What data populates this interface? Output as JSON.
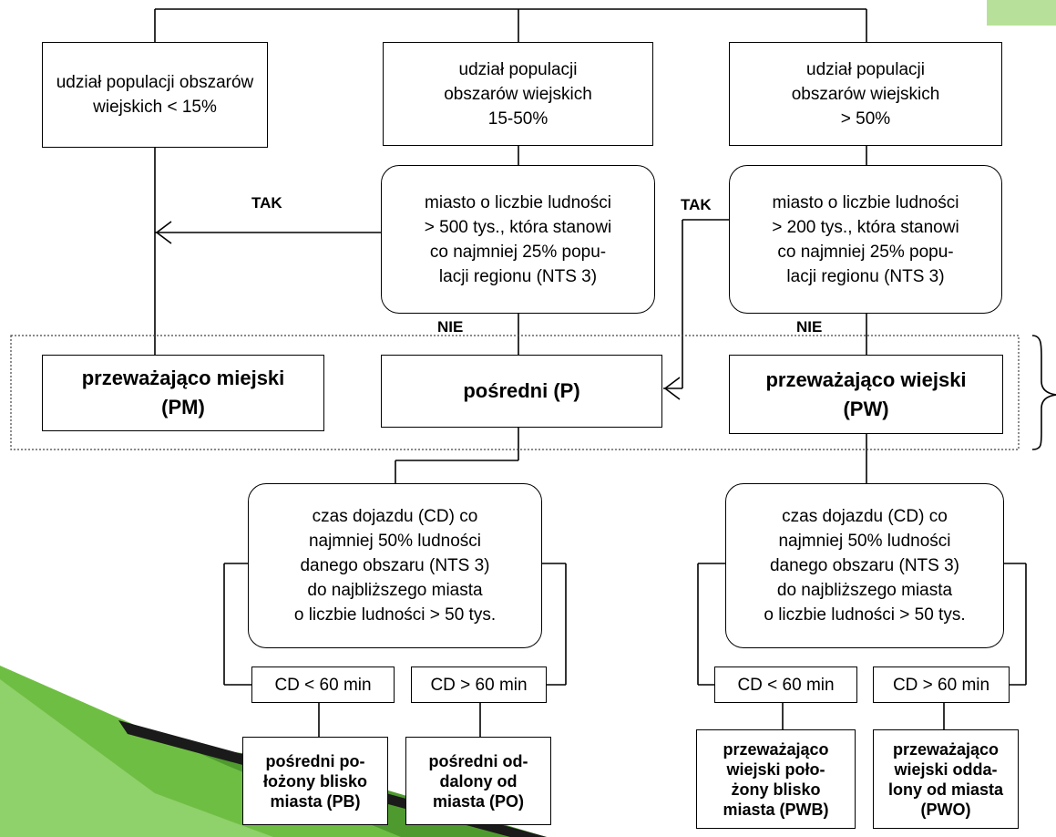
{
  "top_nodes": {
    "low": "udział populacji obszarów\nwiejskich < 15%",
    "mid": "udział populacji\nobszarów wiejskich\n15-50%",
    "high": "udział populacji\nobszarów wiejskich\n> 50%"
  },
  "decisions": {
    "city500": "miasto o liczbie ludności\n> 500 tys., która stanowi\nco najmniej 25%  popu-\nlacji regionu (NTS 3)",
    "city200": "miasto o liczbie ludności\n> 200 tys., która stanowi\nco najmniej 25% popu-\nlacji regionu (NTS 3)"
  },
  "labels": {
    "yes_left": "TAK",
    "yes_right": "TAK",
    "no_left": "NIE",
    "no_right": "NIE"
  },
  "categories": {
    "pm": "przeważająco miejski\n(PM)",
    "p": "pośredni (P)",
    "pw": "przeważająco wiejski\n(PW)"
  },
  "travel": {
    "left": "czas dojazdu (CD) co\nnajmniej 50% ludności\ndanego obszaru (NTS 3)\ndo najbliższego miasta\no liczbie ludności > 50 tys.",
    "right": "czas dojazdu (CD) co\nnajmniej 50% ludności\ndanego obszaru (NTS 3)\ndo najbliższego miasta\no liczbie ludności > 50 tys."
  },
  "cd_options": {
    "lt60": "CD < 60 min",
    "gt60": "CD > 60 min"
  },
  "leaves": {
    "pb": "pośredni po-\nłożony blisko\nmiasta (PB)",
    "po": "pośredni od-\ndalony od\nmiasta (PO)",
    "pwb": "przeważająco\nwiejski poło-\nżony blisko\nmiasta (PWB)",
    "pwo": "przeważająco\nwiejski odda-\nlony od miasta\n(PWO)"
  },
  "colors": {
    "accent_green": "#b7e19a",
    "ribbon_green": "#6fbe44",
    "line": "#000000"
  }
}
